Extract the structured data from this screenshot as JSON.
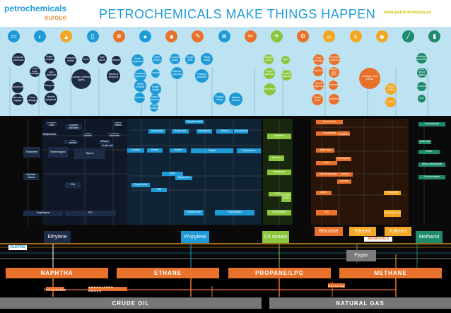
{
  "header": {
    "logo_main": "petrochemicals",
    "logo_sub": "europe",
    "title": "PETROCHEMICALS MAKE THINGS HAPPEN",
    "website": "www.petrochemistry.eu"
  },
  "colors": {
    "navy": "#1c2b46",
    "blue": "#1e9bd7",
    "green": "#8cc63f",
    "orange": "#e8722b",
    "yellow": "#f5a623",
    "gray": "#7a7a7a",
    "teal": "#1f8a6c",
    "sky": "#bde3f3"
  },
  "icons": [
    {
      "name": "laptop-icon",
      "glyph": "▭",
      "color": "#1e9bd7"
    },
    {
      "name": "lamp-icon",
      "glyph": "◐",
      "color": "#1e9bd7"
    },
    {
      "name": "shoe-icon",
      "glyph": "▲",
      "color": "#f5a623"
    },
    {
      "name": "phone-icon",
      "glyph": "▯",
      "color": "#1e9bd7"
    },
    {
      "name": "bicycle-icon",
      "glyph": "⊗",
      "color": "#e8722b"
    },
    {
      "name": "drop-icon",
      "glyph": "●",
      "color": "#1e9bd7"
    },
    {
      "name": "bus-icon",
      "glyph": "■",
      "color": "#e8722b"
    },
    {
      "name": "pin-icon",
      "glyph": "✎",
      "color": "#e8722b"
    },
    {
      "name": "bike-icon",
      "glyph": "⊗",
      "color": "#1e9bd7"
    },
    {
      "name": "pencil-icon",
      "glyph": "✏",
      "color": "#e8722b"
    },
    {
      "name": "plane-icon",
      "glyph": "✈",
      "color": "#8cc63f"
    },
    {
      "name": "gear-icon",
      "glyph": "⚙",
      "color": "#e8722b"
    },
    {
      "name": "glasses-icon",
      "glyph": "∞",
      "color": "#f5a623"
    },
    {
      "name": "scooter-icon",
      "glyph": "ϟ",
      "color": "#f5a623"
    },
    {
      "name": "user-icon",
      "glyph": "☻",
      "color": "#f5a623"
    },
    {
      "name": "brush-icon",
      "glyph": "╱",
      "color": "#1f8a6c"
    },
    {
      "name": "bottle-icon",
      "glyph": "▮",
      "color": "#1f8a6c"
    }
  ],
  "products": {
    "ethylene": [
      {
        "label": "Consumer electronics"
      },
      {
        "label": "Engine coolants"
      },
      {
        "label": "Protective textiles"
      },
      {
        "label": "Paper"
      },
      {
        "label": "Solar panels"
      },
      {
        "label": "Adhesives"
      },
      {
        "label": "Food trays, packaging"
      },
      {
        "label": "Agro chemicals"
      },
      {
        "label": "Coatings, softening agents"
      },
      {
        "label": "Electric & electronic"
      },
      {
        "label": "Automotive"
      },
      {
        "label": "Detergents"
      },
      {
        "label": "Automotive, luggage"
      },
      {
        "label": "Food packaging"
      },
      {
        "label": "Medical equipment"
      }
    ],
    "propylene": [
      {
        "label": "Sports equipment"
      },
      {
        "label": "Wind turbines"
      },
      {
        "label": "Household goods"
      },
      {
        "label": "Acrylic paint"
      },
      {
        "label": "Plastic bottles"
      },
      {
        "label": "Furniture"
      },
      {
        "label": "Vitamins, cosmetics"
      },
      {
        "label": "Coatings, adhesives"
      },
      {
        "label": "Household appliances"
      },
      {
        "label": "Engine cooling"
      },
      {
        "label": "Electric & electronic"
      },
      {
        "label": "Sports footwear"
      },
      {
        "label": "Sportswear"
      },
      {
        "label": "Food packaging"
      },
      {
        "label": "Flooring, wiring"
      },
      {
        "label": "Medical devices"
      }
    ],
    "c4": [
      {
        "label": "Footwear, gloves"
      },
      {
        "label": "Tyres"
      },
      {
        "label": "Engine lubricants"
      },
      {
        "label": "Insulating equipment"
      },
      {
        "label": "Automotive"
      }
    ],
    "aromatics": [
      {
        "label": "Food packaging"
      },
      {
        "label": "Electrical equipment"
      },
      {
        "label": "Insulation"
      },
      {
        "label": "Bullet-proof glass"
      },
      {
        "label": "Sports equipment"
      },
      {
        "label": "Coatings, wood varnish"
      },
      {
        "label": "Detergents"
      },
      {
        "label": "Sportswear"
      },
      {
        "label": "Vehicle parts"
      },
      {
        "label": "Plastic bottles"
      },
      {
        "label": "Fibres"
      }
    ],
    "methanol": [
      {
        "label": "Building & construction"
      },
      {
        "label": "Anti-freeze agents"
      },
      {
        "label": "Pharmaceuticals"
      },
      {
        "label": "Fuel"
      }
    ]
  },
  "intermediates": {
    "ethylene": [
      "Polyethylene",
      "Ethylene oxide",
      "Ethylene dichloride",
      "Vinyl chloride",
      "PVC",
      "Ethylbenzene",
      "Styrene",
      "Polystyrene",
      "Ethylene glycol",
      "Alpha olefins",
      "Vinyl acetate",
      "Ethanol",
      "Acetic acid",
      "Ethylene carbonate",
      "PET",
      "EVA",
      "Synthetic rubbers"
    ],
    "propylene": [
      "Polypropylene",
      "Propylene oxide",
      "Acrylonitrile",
      "Acrylic acid",
      "Cumene",
      "Phenol",
      "Acetone",
      "Bisphenol A",
      "Polycarbonate",
      "Isopropanol",
      "Butanol",
      "Oxo alcohols",
      "Polyols",
      "Polyurethane",
      "Epoxy resins",
      "ABS",
      "Nylon"
    ],
    "c4": [
      "Butadiene",
      "Butenes",
      "Isobutylene",
      "MTBE",
      "Polybutadiene",
      "Synthetic rubber"
    ],
    "aromatics": [
      "Cyclohexane",
      "Caprolactam",
      "Adipic acid",
      "Nylon",
      "Toluene diisocyanate",
      "Paraxylene",
      "Terephthalic acid",
      "Orthoxylene",
      "Phthalic anhydride",
      "Styrene",
      "Cumene",
      "Aniline",
      "MDI"
    ],
    "methanol": [
      "Formaldehyde",
      "Acetic acid",
      "MTBE",
      "Methyl methacrylate",
      "Chloromethane"
    ]
  },
  "building_blocks": {
    "ethylene": "Ethylene",
    "propylene": "Propylene",
    "c4": "C4 stream",
    "benzene": "Benzene",
    "toluene": "Toluene",
    "xylenes": "Xylenes",
    "methanol": "Methanol",
    "olefins_tag": "OLEFINS",
    "aromatics_tag": "AROMATICS",
    "pygas": "Pygas"
  },
  "feedstocks": {
    "naphtha": "NAPHTHA",
    "ethane": "ETHANE",
    "propane": "PROPANE/LPG",
    "methane": "METHANE",
    "crude": "CRUDE OIL",
    "gas": "NATURAL GAS",
    "associated": "ASSOCIATED GASES",
    "refining": "Refining",
    "processing": "Processing"
  }
}
